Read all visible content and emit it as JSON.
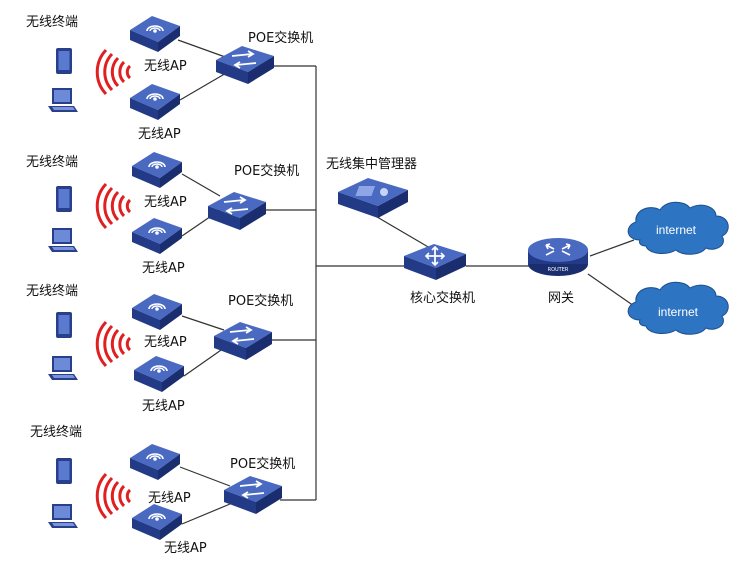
{
  "labels": {
    "terminal": "无线终端",
    "ap": "无线AP",
    "poe_switch": "POE交换机",
    "controller": "无线集中管理器",
    "core_switch": "核心交换机",
    "gateway": "网关",
    "router_badge": "ROUTER",
    "internet_1": "internet",
    "internet_2": "internet"
  },
  "groups": [
    {
      "terminal": "无线终端",
      "ap_top": "无线AP",
      "ap_bottom": "无线AP",
      "switch": "POE交换机"
    },
    {
      "terminal": "无线终端",
      "ap_top": "无线AP",
      "ap_bottom": "无线AP",
      "switch": "POE交换机"
    },
    {
      "terminal": "无线终端",
      "ap_top": "无线AP",
      "ap_bottom": "无线AP",
      "switch": "POE交换机"
    },
    {
      "terminal": "无线终端",
      "ap_top": "无线AP",
      "ap_bottom": "无线AP",
      "switch": "POE交换机"
    }
  ],
  "colors": {
    "device_top": "#3f5fb0",
    "device_side": "#1e327a",
    "cloud": "#2d74c2",
    "signal": "#e02020",
    "link": "#333333"
  }
}
